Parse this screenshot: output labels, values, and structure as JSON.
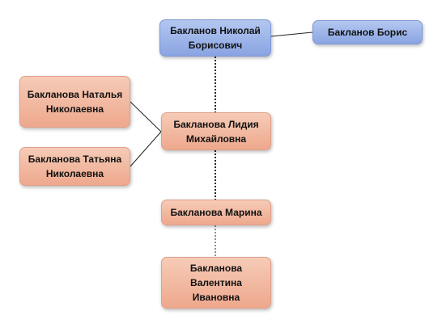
{
  "nodes": {
    "nikolai": "Бакланов Николай Борисович",
    "boris": "Бакланов Борис",
    "lidiya": "Бакланова Лидия Михайловна",
    "natalya": "Бакланова Наталья Николаевна",
    "tatyana": "Бакланова Татьяна Николаевна",
    "marina": "Бакланова Марина",
    "valentina": "Бакланова Валентина Ивановна"
  },
  "colors": {
    "male_fill": "#9ab2e9",
    "female_fill": "#f1b69e",
    "connector": "#222222"
  }
}
